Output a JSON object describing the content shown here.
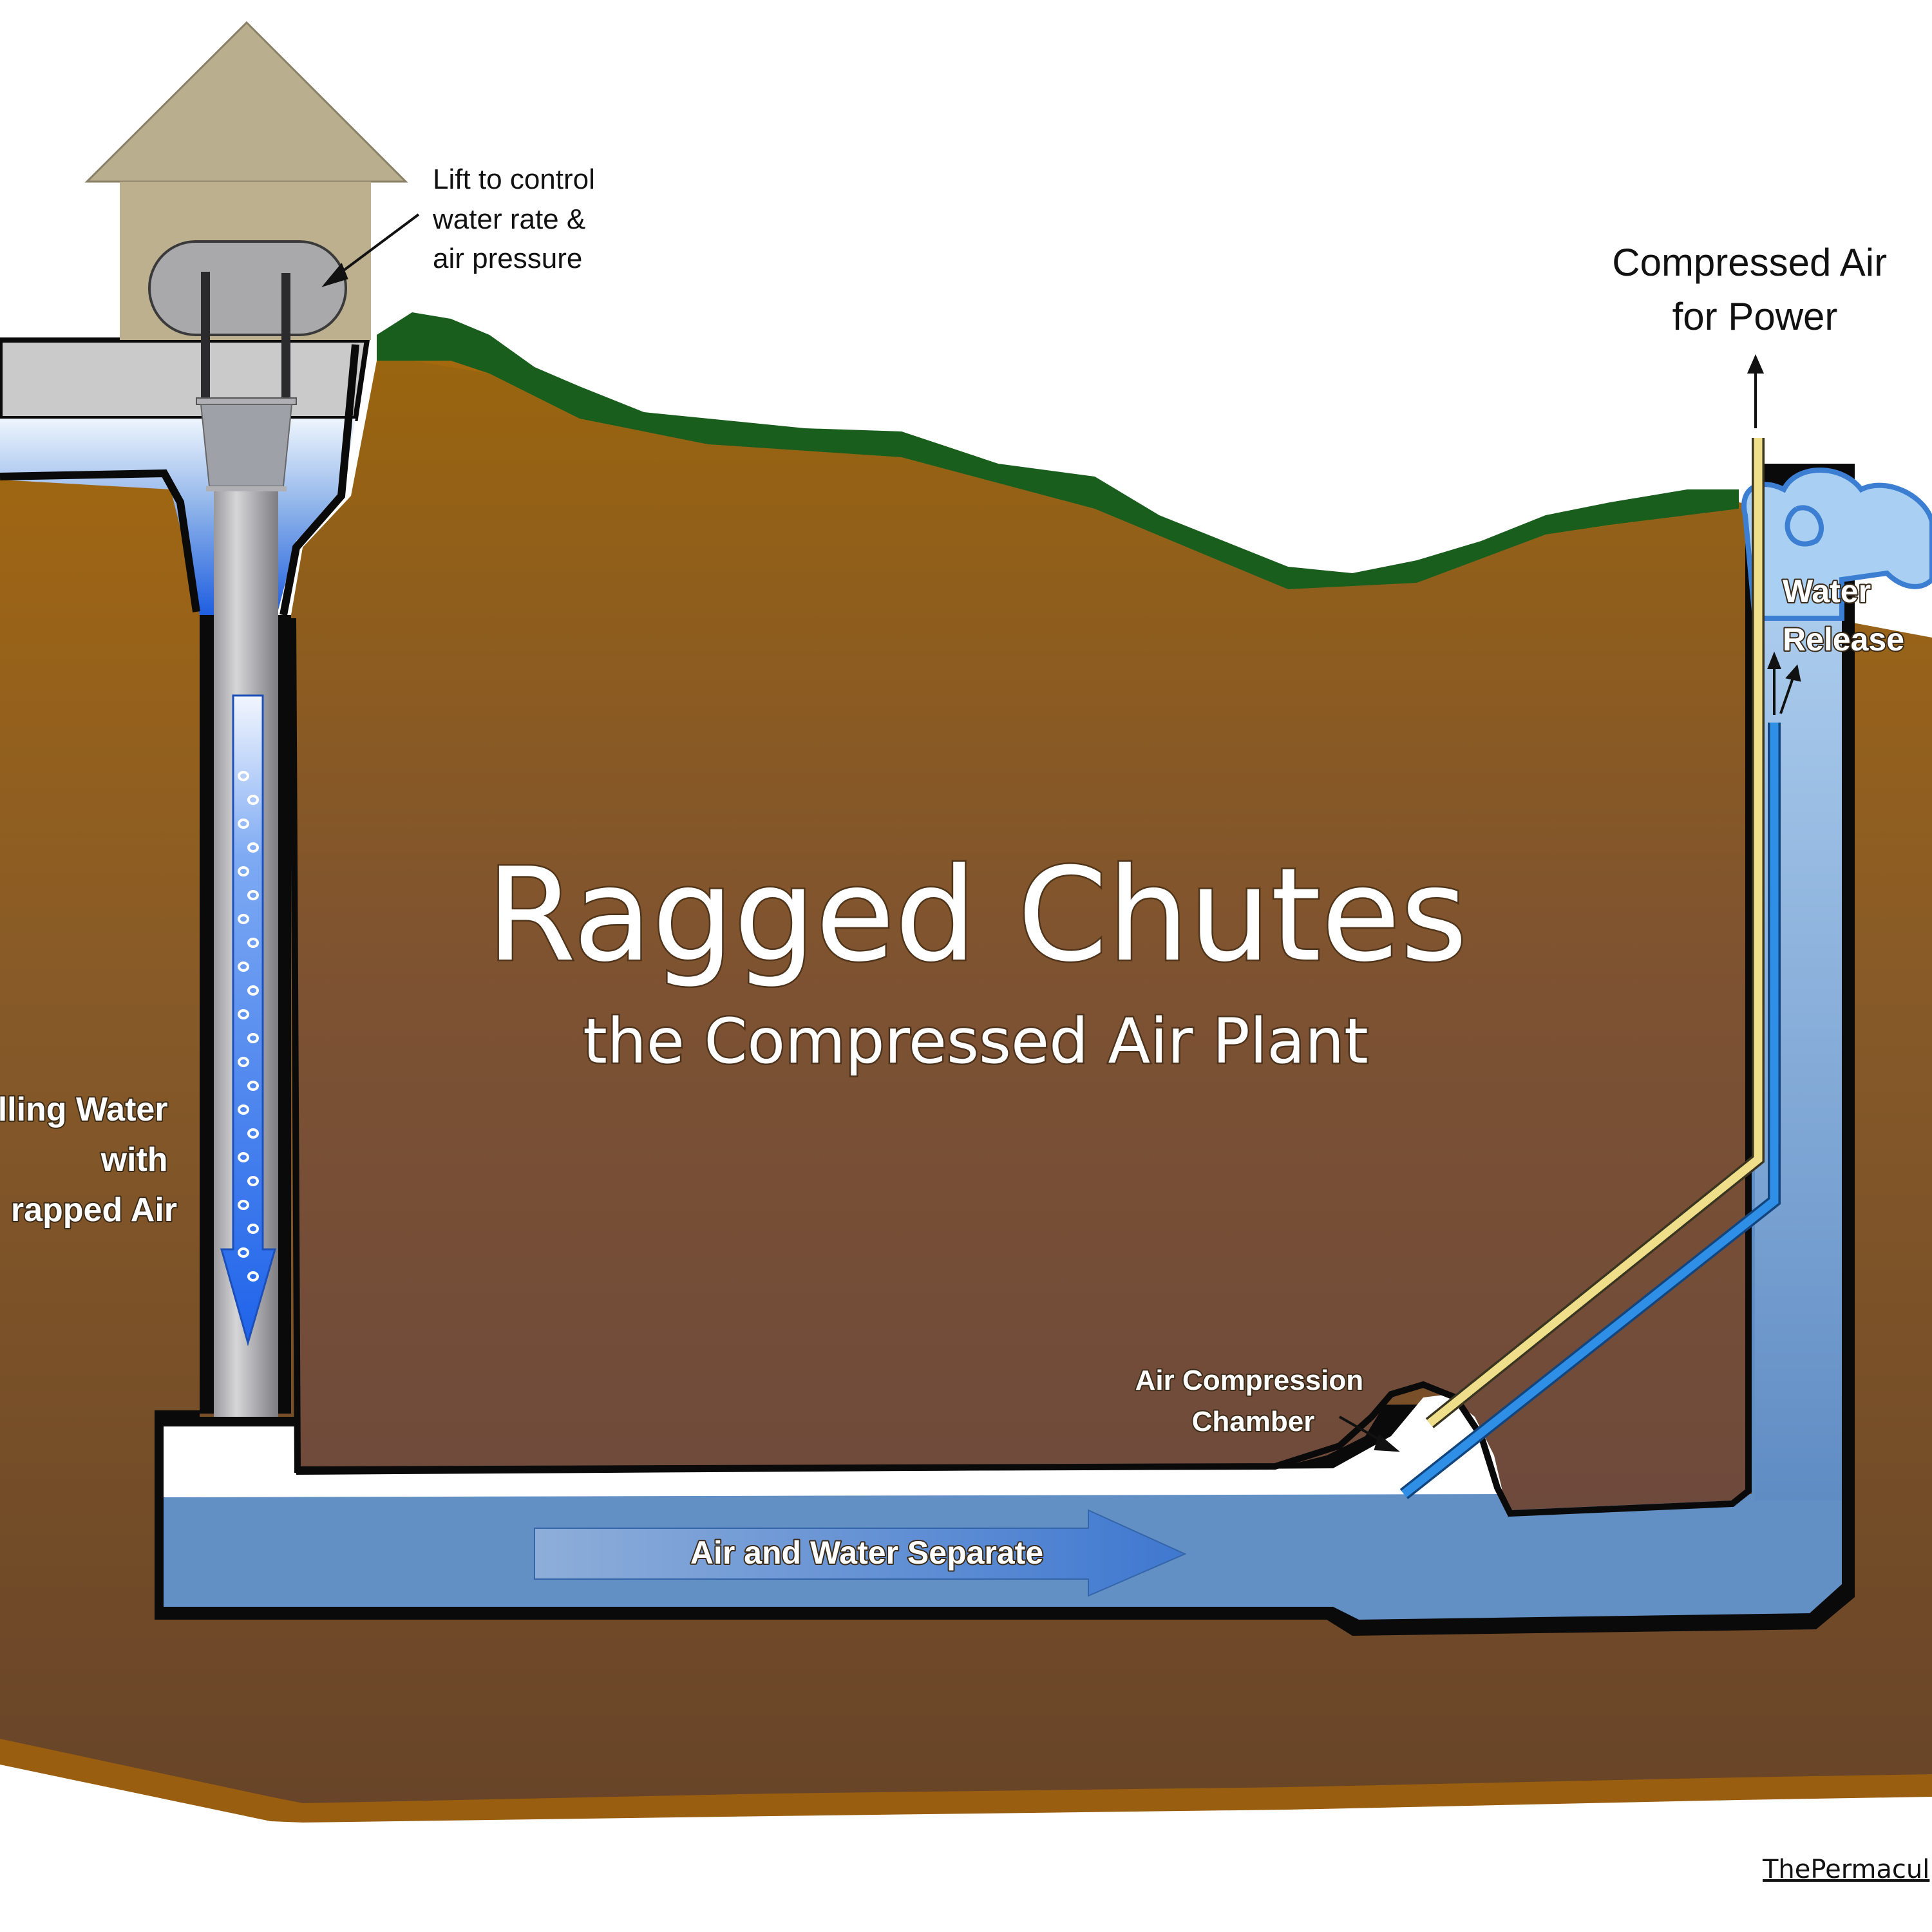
{
  "title": {
    "main": "Ragged Chutes",
    "subtitle": "the Compressed Air Plant"
  },
  "labels": {
    "lift": [
      "Lift to control",
      "water rate &",
      "air pressure"
    ],
    "compressed_air": [
      "Compressed Air",
      "for Power"
    ],
    "water_release": [
      "Water",
      "Release"
    ],
    "falling_water": [
      "lling Water",
      "with",
      "rapped Air"
    ],
    "air_chamber": [
      "Air Compression",
      "Chamber"
    ],
    "separate": "Air and Water Separate"
  },
  "credit": "ThePermacul",
  "colors": {
    "soil_top": "#a0660e",
    "soil_mid": "#7a5030",
    "soil_deep": "#6a4528",
    "grass": "#1a5e1e",
    "water_light": "#dbe9fb",
    "water_mid": "#6a95c8",
    "water_bright": "#2f6fe0",
    "air_pipe": "#f0df8a",
    "water_pipe": "#2f8fe6",
    "house_tan": "#b9ae8e",
    "concrete": "#c8c8c8",
    "outline": "#0a0a0a"
  }
}
